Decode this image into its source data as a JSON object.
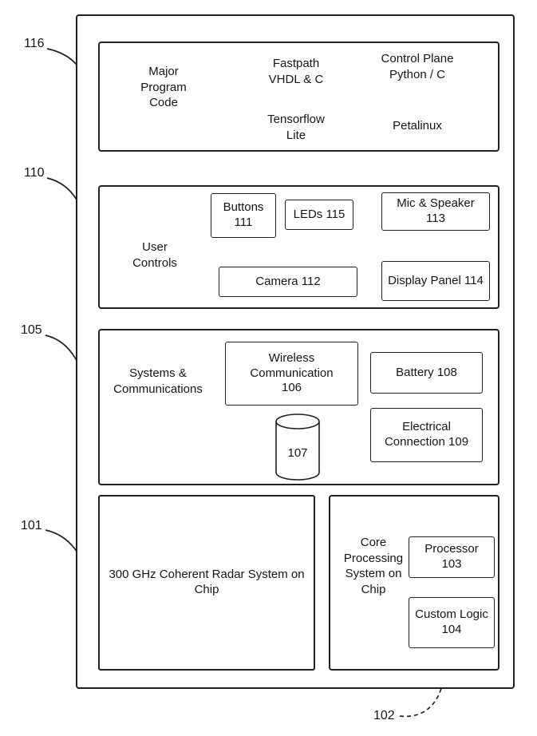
{
  "refs": {
    "r116": "116",
    "r110": "110",
    "r105": "105",
    "r101": "101",
    "r102": "102"
  },
  "program_code": {
    "label": "Major Program Code",
    "items": {
      "fastpath": "Fastpath VHDL & C",
      "control_plane": "Control Plane Python / C",
      "tensorflow": "Tensorflow Lite",
      "petalinux": "Petalinux"
    }
  },
  "user_controls": {
    "label": "User Controls",
    "buttons": "Buttons 111",
    "leds": "LEDs 115",
    "mic_speaker": "Mic & Speaker 113",
    "camera": "Camera 112",
    "display_panel": "Display Panel 114"
  },
  "systems_comms": {
    "label": "Systems & Communications",
    "wireless": "Wireless Communication 106",
    "battery": "Battery 108",
    "storage": "107",
    "electrical": "Electrical Connection 109"
  },
  "radar": {
    "label": "300 GHz Coherent Radar System on Chip"
  },
  "core_processing": {
    "label": "Core Processing System on Chip",
    "processor": "Processor 103",
    "custom_logic": "Custom Logic 104"
  },
  "colors": {
    "line": "#202020",
    "background": "#ffffff"
  }
}
